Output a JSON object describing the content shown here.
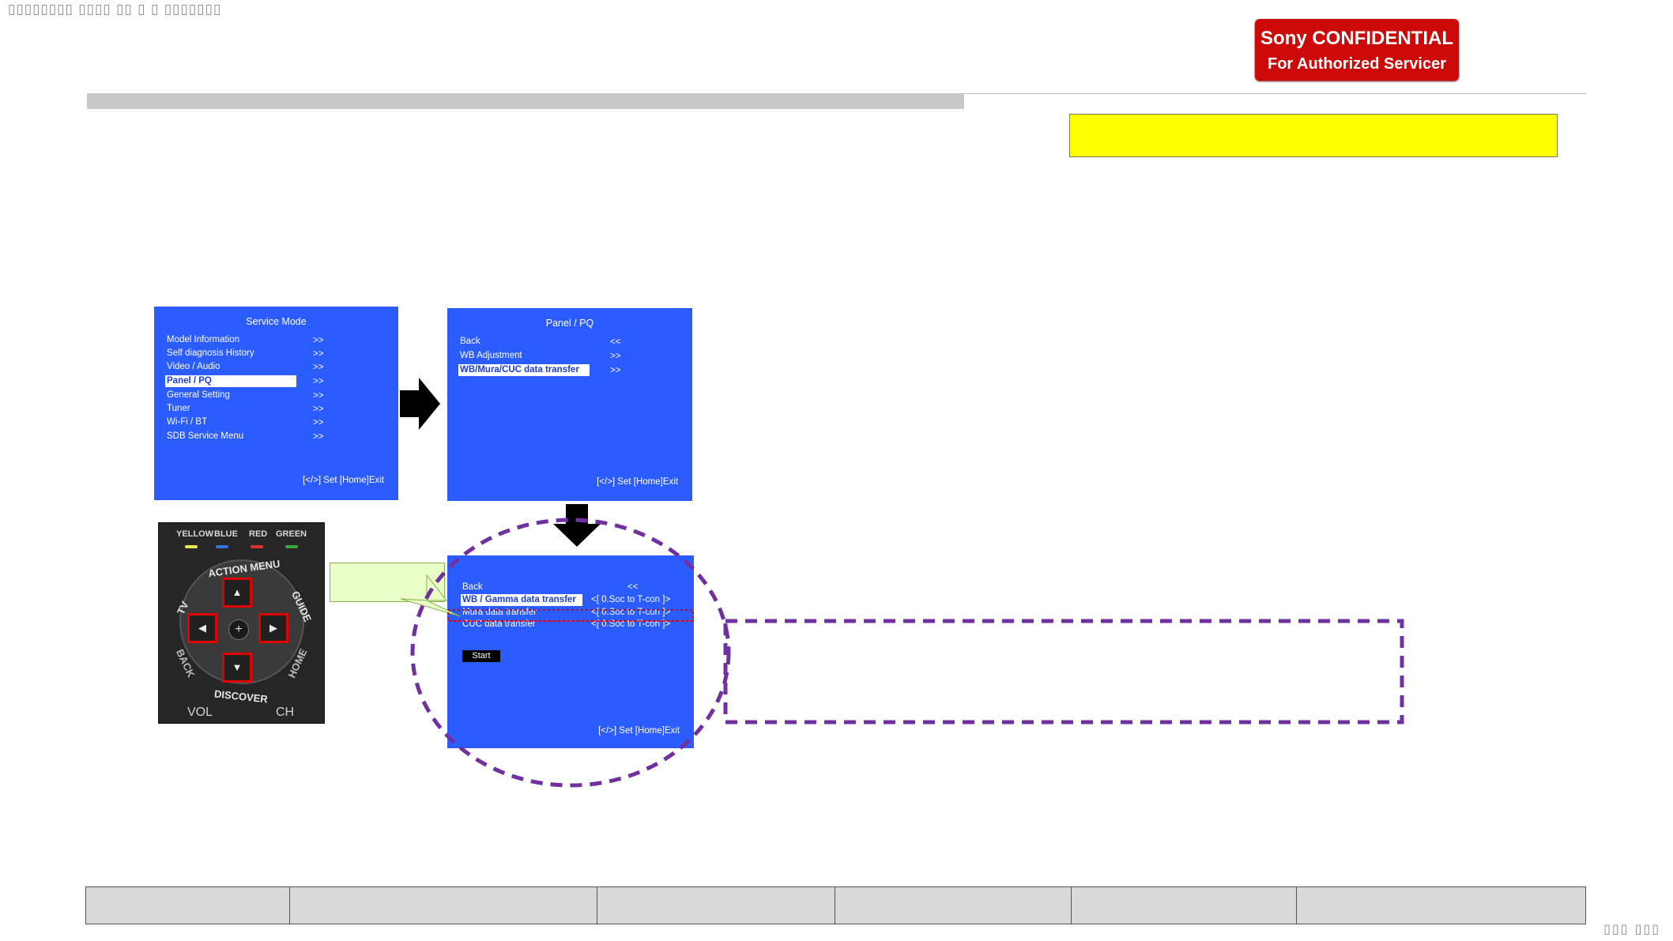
{
  "header": {
    "garbled_title": "▯▯▯▯▯▯▯▯ ▯▯▯▯ ▯▯ ▯ ▯ ▯▯▯▯▯▯▯",
    "confidential_line1": "Sony CONFIDENTIAL",
    "confidential_line2": "For Authorized Servicer"
  },
  "menu_service_mode": {
    "title": "Service Mode",
    "items": [
      {
        "label": "Model  Information",
        "arrow": ">>"
      },
      {
        "label": "Self diagnosis History",
        "arrow": ">>"
      },
      {
        "label": "Video / Audio",
        "arrow": ">>"
      },
      {
        "label": "Panel / PQ",
        "arrow": ">>"
      },
      {
        "label": "General Setting",
        "arrow": ">>"
      },
      {
        "label": "Tuner",
        "arrow": ">>"
      },
      {
        "label": "Wi-Fi / BT",
        "arrow": ">>"
      },
      {
        "label": "SDB Service Menu",
        "arrow": ">>"
      }
    ],
    "footer": "[</>] Set [Home]Exit"
  },
  "menu_panel_pq": {
    "title": "Panel / PQ",
    "items": [
      {
        "label": "Back",
        "arrow": "<<"
      },
      {
        "label": "WB Adjustment",
        "arrow": ">>"
      },
      {
        "label": "WB/Mura/CUC data transfer",
        "arrow": ">>"
      }
    ],
    "footer": "[</>] Set [Home]Exit"
  },
  "menu_data_transfer": {
    "back_label": "Back",
    "back_arrow": "<<",
    "items": [
      {
        "label": "WB / Gamma data transfer",
        "value": "<[  0.Soc to T-con  ]>"
      },
      {
        "label": "Mura data transfer",
        "value": "<[  0.Soc to T-con  ]>"
      },
      {
        "label": "CUC data transfer",
        "value": "<[  0.Soc to T-con  ]>"
      }
    ],
    "start_label": "Start",
    "footer": "[</>] Set [Home]Exit"
  },
  "remote": {
    "color_buttons": [
      "YELLOW",
      "BLUE",
      "RED",
      "GREEN"
    ],
    "led_colors": [
      "#e8e84a",
      "#3a6fd8",
      "#e03030",
      "#3aa83a"
    ],
    "ring_labels": {
      "top": "ACTION MENU",
      "left": "TV",
      "right": "GUIDE",
      "bottom_left": "BACK",
      "bottom_right": "HOME",
      "bottom": "DISCOVER"
    },
    "bottom_left": "VOL",
    "bottom_right": "CH",
    "dpad_up": "▲",
    "dpad_down": "▼",
    "dpad_left": "◀",
    "dpad_right": "▶",
    "center": "+"
  },
  "colors": {
    "menu_blue": "#2b5cff",
    "highlight_yellow": "#ffff00",
    "confidential_red": "#cc0a0a",
    "dashed_purple": "#7030a0"
  },
  "page_number": "▯▯▯ ▯▯▯"
}
